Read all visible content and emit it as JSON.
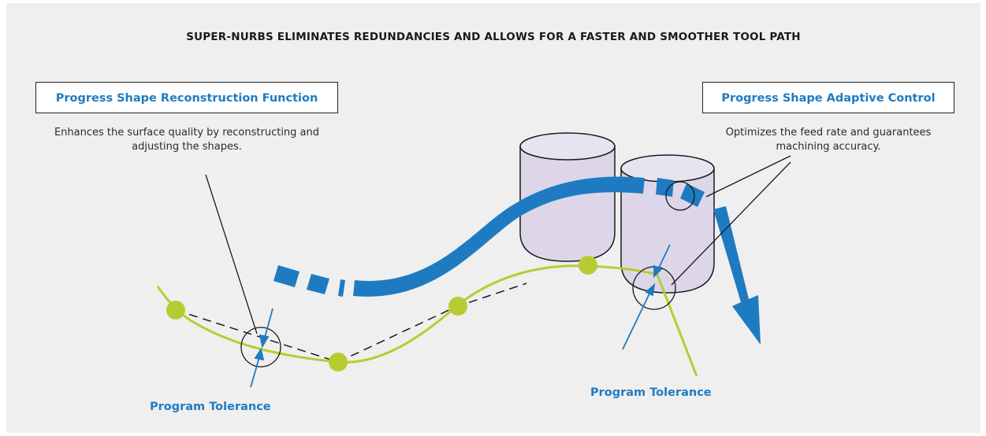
{
  "title": "SUPER-NURBS ELIMINATES REDUNDANCIES AND ALLOWS FOR A FASTER AND SMOOTHER TOOL PATH",
  "left_box": {
    "label": "Progress Shape Reconstruction Function",
    "description_line1": "Enhances the surface quality by reconstructing and",
    "description_line2": "adjusting the shapes."
  },
  "right_box": {
    "label": "Progress Shape Adaptive Control",
    "description_line1": "Optimizes the feed rate and guarantees",
    "description_line2": "machining accuracy."
  },
  "tolerance_left": "Program Tolerance",
  "tolerance_right": "Program Tolerance",
  "colors": {
    "background": "#efefef",
    "blue": "#1f7bc1",
    "green": "#b7cc33",
    "tool_fill": "#dcd6e8",
    "line": "#1a1a1a"
  }
}
